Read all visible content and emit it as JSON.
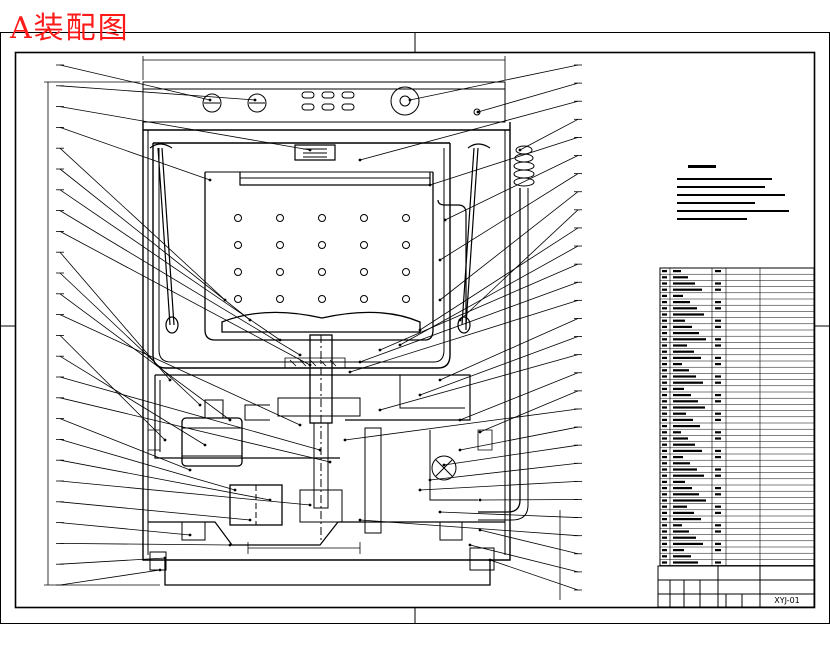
{
  "drawing": {
    "title": "A装配图",
    "drawing_number": "XYJ-01",
    "accent_color": "#ff1a1a",
    "line_color": "#000000",
    "callout_count_left": 26,
    "callout_count_right": 30
  }
}
